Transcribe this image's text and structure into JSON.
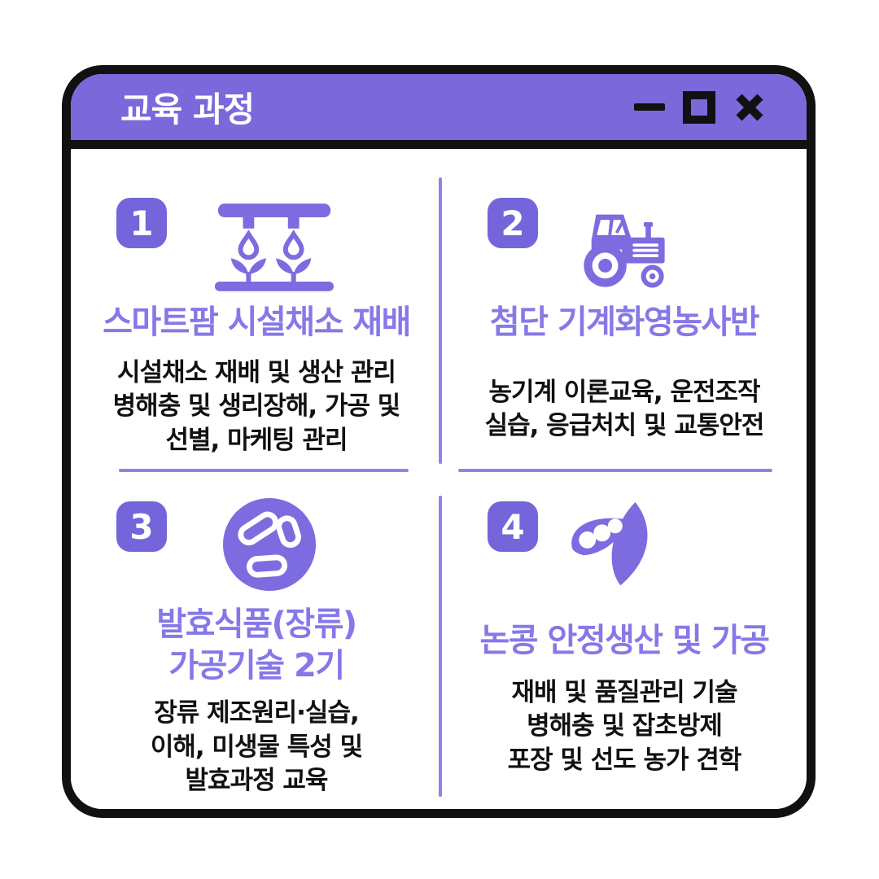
{
  "window": {
    "title": "교육 과정",
    "controls": {
      "minimize": "minimize-icon",
      "maximize": "maximize-icon",
      "close": "close-icon"
    }
  },
  "colors": {
    "titlebar": "#7B68DB",
    "badge": "#7565DB",
    "icon": "#7D6CDF",
    "heading": "#8678E8",
    "divider": "#9183E6",
    "border": "#111111",
    "body_text": "#111111",
    "background": "#FFFFFF"
  },
  "cards": [
    {
      "number": "1",
      "icon": "irrigation-sprinkler-icon",
      "title": "스마트팜 시설채소 재배",
      "description": "시설채소 재배 및 생산 관리\n병해충 및 생리장해, 가공 및\n선별, 마케팅 관리"
    },
    {
      "number": "2",
      "icon": "tractor-icon",
      "title": "첨단 기계화영농사반",
      "description": "농기계 이론교육, 운전조작\n실습, 응급처치 및 교통안전"
    },
    {
      "number": "3",
      "icon": "microbes-icon",
      "title": "발효식품(장류)\n가공기술 2기",
      "description": "장류 제조원리·실습,\n이해, 미생물 특성 및\n발효과정 교육"
    },
    {
      "number": "4",
      "icon": "soybean-pod-icon",
      "title": "논콩 안정생산 및 가공",
      "description": "재배 및 품질관리 기술\n병해충 및 잡초방제\n포장 및 선도 농가 견학"
    }
  ]
}
